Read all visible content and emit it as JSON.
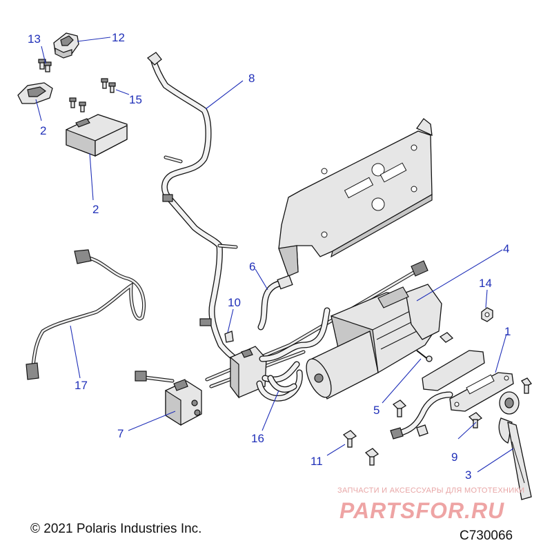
{
  "callouts": [
    {
      "label": "13"
    },
    {
      "label": "12"
    },
    {
      "label": "8"
    },
    {
      "label": "15"
    },
    {
      "label": "2"
    },
    {
      "label": "2"
    },
    {
      "label": "4"
    },
    {
      "label": "6"
    },
    {
      "label": "14"
    },
    {
      "label": "10"
    },
    {
      "label": "1"
    },
    {
      "label": "17"
    },
    {
      "label": "5"
    },
    {
      "label": "7"
    },
    {
      "label": "16"
    },
    {
      "label": "9"
    },
    {
      "label": "11"
    },
    {
      "label": "3"
    }
  ],
  "footer": {
    "copyright": "© 2021 Polaris Industries Inc.",
    "drawing_id": "C730066"
  },
  "watermark": {
    "tagline": "ЗАПЧАСТИ И АКСЕССУАРЫ ДЛЯ МОТОТЕХНИКИ",
    "brand": "PARTSFOR.RU"
  },
  "colors": {
    "callout": "#1f2fb8",
    "line_art": "#111111",
    "watermark": "#e05a5a"
  }
}
